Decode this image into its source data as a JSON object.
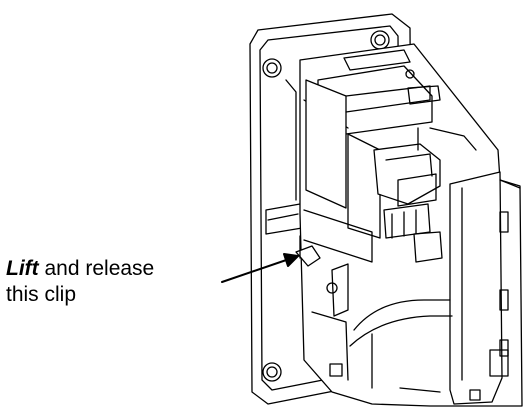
{
  "callout": {
    "emphasis": "Lift",
    "line1_rest": " and release",
    "line2": "this clip"
  }
}
